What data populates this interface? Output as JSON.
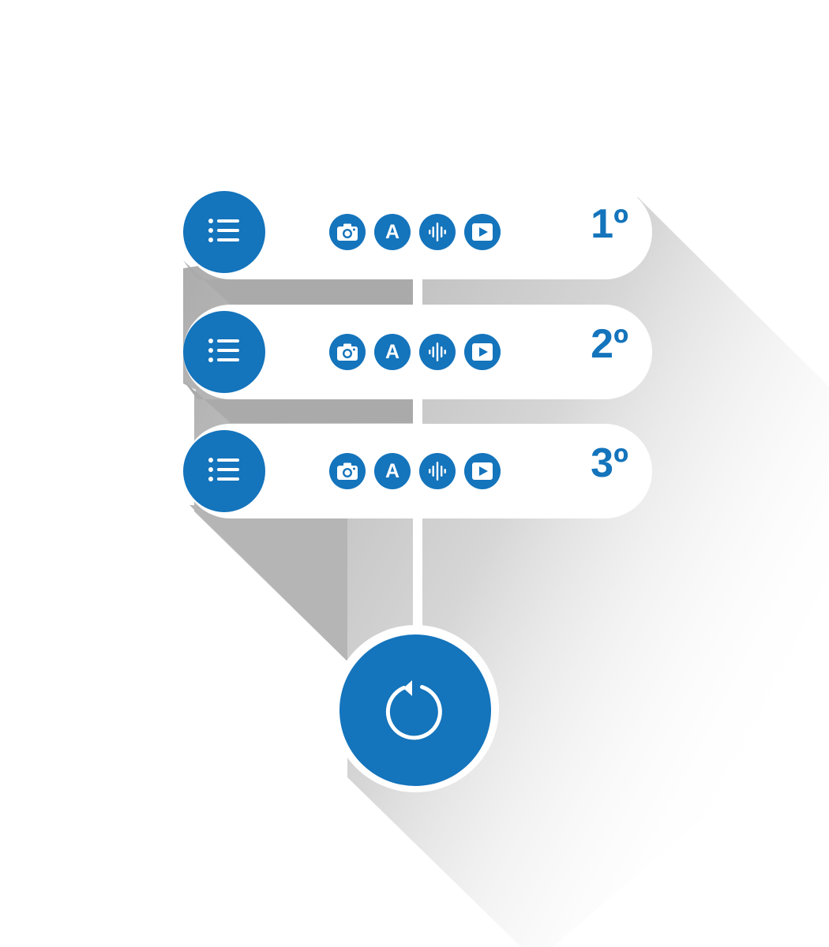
{
  "colors": {
    "accent": "#1474bc",
    "shadow": "#b3b3b3",
    "background": "#ffffff"
  },
  "steps": [
    {
      "rank": "1º",
      "menu_icon": "list-icon",
      "icons": [
        "camera-icon",
        "text-icon",
        "audio-icon",
        "video-icon"
      ]
    },
    {
      "rank": "2º",
      "menu_icon": "list-icon",
      "icons": [
        "camera-icon",
        "text-icon",
        "audio-icon",
        "video-icon"
      ]
    },
    {
      "rank": "3º",
      "menu_icon": "list-icon",
      "icons": [
        "camera-icon",
        "text-icon",
        "audio-icon",
        "video-icon"
      ]
    }
  ],
  "text_icon_letter": "A",
  "refresh": {
    "icon": "refresh-icon"
  }
}
